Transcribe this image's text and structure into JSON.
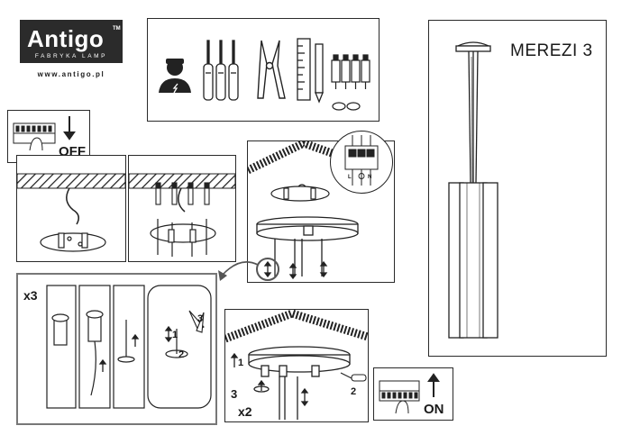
{
  "brand": {
    "name": "Antigo",
    "trademark": "TM",
    "tagline": "FABRYKA LAMP",
    "website": "www.antigo.pl"
  },
  "product": {
    "title": "MEREZI 3"
  },
  "steps": {
    "power_off": "OFF",
    "power_on": "ON",
    "repeat_x3": "x3",
    "repeat_x2": "x2",
    "terminals": [
      "L",
      "N"
    ],
    "detail_numbers": [
      "1",
      "2",
      "3"
    ],
    "mount_numbers": [
      "1",
      "2",
      "3"
    ]
  }
}
